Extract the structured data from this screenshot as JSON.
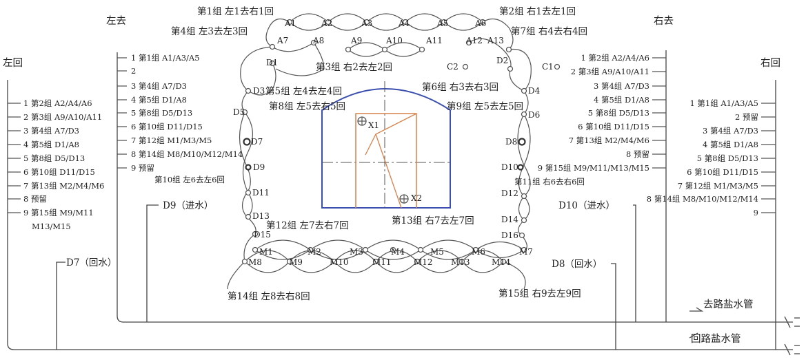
{
  "headers": {
    "zuo_hui": "左回",
    "zuo_qu": "左去",
    "you_qu": "右去",
    "you_hui": "右回"
  },
  "pipes": {
    "qu_lu": "去路盐水管",
    "hui_lu": "回路盐水管",
    "d9": "D9（进水）",
    "d7": "D7（回水）",
    "d10": "D10（进水）",
    "d8": "D8（回水）"
  },
  "left_hui_list": [
    "1 第2组 A2/A4/A6",
    "2 第3组 A9/A10/A11",
    "3 第4组 A7/D3",
    "4 第5组 D1/A8",
    "5 第8组 D5/D13",
    "6 第10组 D11/D15",
    "7 第13组 M2/M4/M6",
    "8 预留",
    "9 第15组 M9/M11",
    "M13/M15"
  ],
  "left_qu_list": [
    "1 第1组 A1/A3/A5",
    "2",
    "3 第4组 A7/D3",
    "4 第5组 D1/A8",
    "5 第8组 D5/D13",
    "6 第10组 D11/D15",
    "7 第12组 M1/M3/M5",
    "8 第14组 M8/M10/M12/M14",
    "9 预留"
  ],
  "right_qu_list": [
    "1 第2组 A2/A4/A6",
    "2 第3组 A9/A10/A11",
    "3 第4组 A7/D3",
    "4 第5组 D1/A8",
    "5 第8组 D5/D13",
    "6 第10组 D11/D15",
    "7 第13组 M2/M4/M6",
    "8 预留",
    "9 第15组 M9/M11/M13/M15"
  ],
  "right_hui_list": [
    "1 第1组 A1/A3/A5",
    "2 预留",
    "3 第4组 A7/D3",
    "4 第5组 D1/A8",
    "5 第8组 D5/D13",
    "6 第10组 D11/D15",
    "7 第12组 M1/M3/M5",
    "8 第14组 M8/M10/M12/M14",
    "9"
  ],
  "groups": {
    "g1": "第1组 左1去右1回",
    "g2": "第2组 右1去左1回",
    "g3": "第3组 右2去左2回",
    "g4": "第4组 左3去左3回",
    "g5": "第5组 左4去左4回",
    "g6": "第6组 右3去右3回",
    "g7": "第7组 右4去右4回",
    "g8": "第8组 左5去右5回",
    "g9": "第9组 左5去左5回",
    "g10": "第10组 左6去左6回",
    "g11": "第11组 右6去右6回",
    "g12": "第12组 左7去右7回",
    "g13": "第13组 右7去左7回",
    "g14": "第14组 左8去右8回",
    "g15": "第15组 右9去左9回"
  },
  "points": {
    "A1": "A1",
    "A2": "A2",
    "A3": "A3",
    "A4": "A4",
    "A5": "A5",
    "A6": "A6",
    "A7": "A7",
    "A8": "A8",
    "A9": "A9",
    "A10": "A10",
    "A11": "A11",
    "A12": "A12",
    "A13": "A13",
    "D1": "D1",
    "D2": "D2",
    "D3": "D3",
    "D4": "D4",
    "D5": "D5",
    "D6": "D6",
    "D7": "D7",
    "D8": "D8",
    "D9": "D9",
    "D10": "D10",
    "D11": "D11",
    "D12": "D12",
    "D13": "D13",
    "D14": "D14",
    "D15": "D15",
    "D16": "D16",
    "C1": "C1",
    "C2": "C2",
    "M1": "M1",
    "M2": "M2",
    "M3": "M3",
    "M4": "M4",
    "M5": "M5",
    "M6": "M6",
    "M7": "M7",
    "M8": "M8",
    "M9": "M9",
    "M10": "M10",
    "M11": "M11",
    "M12": "M12",
    "M13": "M13",
    "M14": "M14",
    "X1": "X1",
    "X2": "X2"
  },
  "colors": {
    "tunnel": "#3b4fb0",
    "orange": "#d9804a",
    "line": "#555555"
  }
}
